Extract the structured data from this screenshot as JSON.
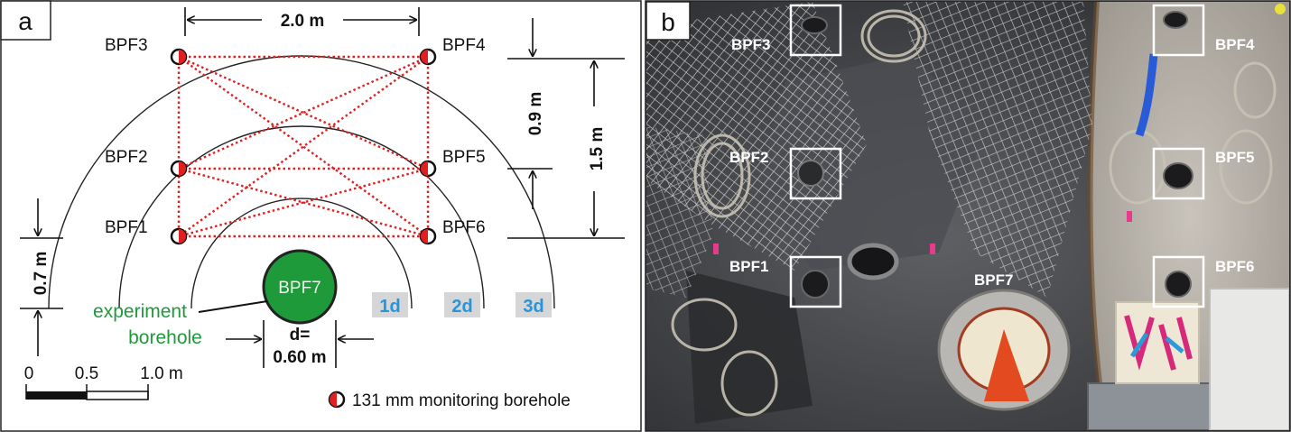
{
  "panel_a": {
    "panel_letter": "a",
    "spacing_top": "2.0 m",
    "spacing_upper_right": "0.9 m",
    "spacing_right_total": "1.5 m",
    "spacing_left": "0.7 m",
    "boreholes": [
      {
        "id": "BPF1"
      },
      {
        "id": "BPF2"
      },
      {
        "id": "BPF3"
      },
      {
        "id": "BPF4"
      },
      {
        "id": "BPF5"
      },
      {
        "id": "BPF6"
      }
    ],
    "experiment": {
      "id": "BPF7",
      "label_line1": "experiment",
      "label_line2": "borehole",
      "diameter_line1": "d=",
      "diameter_line2": "0.60 m"
    },
    "rings": [
      {
        "label": "1d"
      },
      {
        "label": "2d"
      },
      {
        "label": "3d"
      }
    ],
    "scale_bar": {
      "ticks": [
        "0",
        "0.5",
        "1.0 m"
      ]
    },
    "legend": {
      "text": "131 mm monitoring borehole"
    },
    "colors": {
      "experiment_fill": "#1f9a3b",
      "experiment_text": "#1f9a3b",
      "connection": "#e02020",
      "ring_label": "#2a95d6",
      "ring_label_bg": "#d4d6d8"
    }
  },
  "panel_b": {
    "panel_letter": "b",
    "labels": [
      {
        "id": "BPF3"
      },
      {
        "id": "BPF4"
      },
      {
        "id": "BPF2"
      },
      {
        "id": "BPF5"
      },
      {
        "id": "BPF1"
      },
      {
        "id": "BPF6"
      },
      {
        "id": "BPF7"
      }
    ]
  }
}
